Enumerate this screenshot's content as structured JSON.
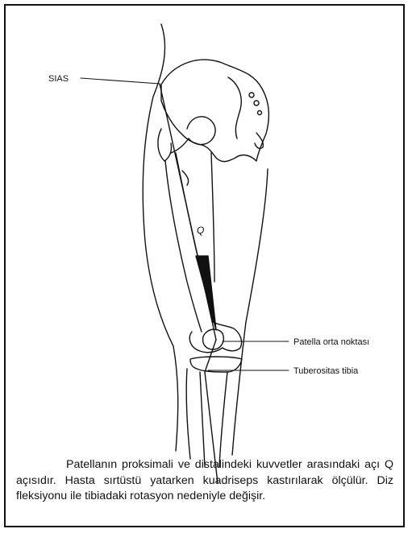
{
  "figure": {
    "labels": {
      "sias": "SIAS",
      "q_angle": "Q",
      "patella_mid": "Patella orta noktası",
      "tuberositas": "Tuberositas tibia"
    }
  },
  "caption": {
    "text": "Patellanın proksimali ve distalindeki kuvvetler arasındaki açı Q açısıdır. Hasta sırtüstü yatarken kuadriseps kastırılarak ölçülür. Diz fleksiyonu ile tibiadaki rotasyon nedeniyle değişir."
  }
}
